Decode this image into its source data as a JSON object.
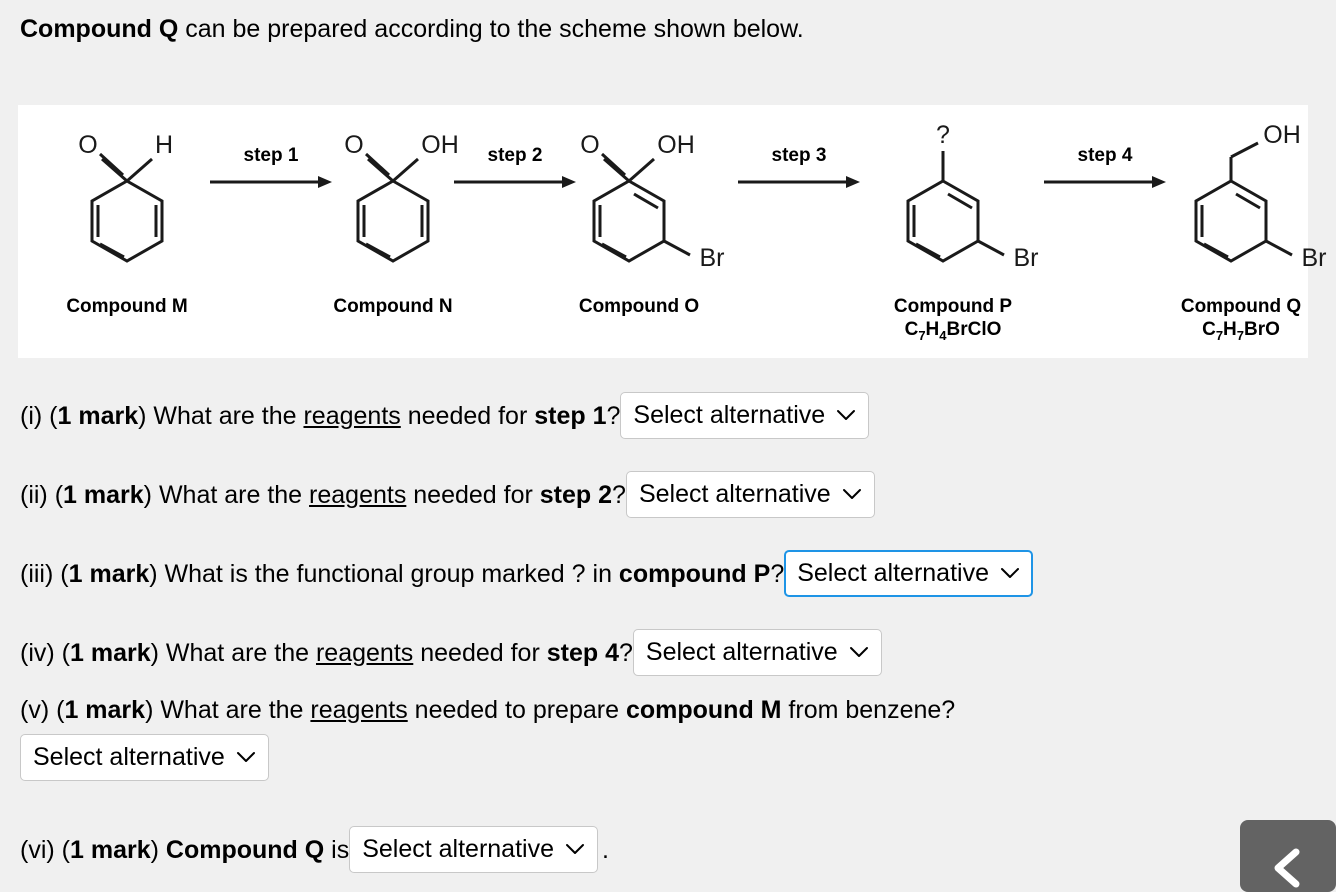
{
  "prompt": {
    "bold_lead": "Compound Q",
    "rest": " can be prepared according to the scheme shown below."
  },
  "scheme": {
    "compounds": [
      {
        "id": "M",
        "label": "Compound M",
        "formula": "",
        "structure": "benzaldehyde",
        "substituent_top": "CHO",
        "substituent_meta": ""
      },
      {
        "id": "N",
        "label": "Compound N",
        "formula": "",
        "structure": "benzoic-acid",
        "substituent_top": "COOH",
        "substituent_meta": ""
      },
      {
        "id": "O",
        "label": "Compound O",
        "formula": "",
        "structure": "3-bromobenzoic-acid",
        "substituent_top": "COOH",
        "substituent_meta": "Br"
      },
      {
        "id": "P",
        "label": "Compound P",
        "formula": "C7H4BrClO",
        "formula_parts": [
          "C",
          "7",
          "H",
          "4",
          "BrClO"
        ],
        "structure": "unknown-marked",
        "substituent_top": "?",
        "substituent_meta": "Br"
      },
      {
        "id": "Q",
        "label": "Compound Q",
        "formula": "C7H7BrO",
        "formula_parts": [
          "C",
          "7",
          "H",
          "7",
          "BrO"
        ],
        "structure": "3-bromobenzyl-alcohol",
        "substituent_top": "CH2OH",
        "substituent_meta": "Br"
      }
    ],
    "atom_labels": {
      "oxygen": "O",
      "hydrogen": "H",
      "hydroxyl": "OH",
      "bromine": "Br",
      "question": "?"
    },
    "steps": [
      {
        "label": "step 1"
      },
      {
        "label": "step 2"
      },
      {
        "label": "step 3"
      },
      {
        "label": "step 4"
      }
    ]
  },
  "questions": [
    {
      "number": "(i)",
      "marks": "1 mark",
      "text_before": " What are the ",
      "underlined": "reagents",
      "text_mid": " needed for ",
      "bold_ref": "step 1",
      "text_after": "? ",
      "select": "Select alternative",
      "focused": false,
      "trailing": ""
    },
    {
      "number": "(ii)",
      "marks": "1 mark",
      "text_before": " What are the ",
      "underlined": "reagents",
      "text_mid": " needed for ",
      "bold_ref": "step 2",
      "text_after": "? ",
      "select": "Select alternative",
      "focused": false,
      "trailing": ""
    },
    {
      "number": "(iii)",
      "marks": "1 mark",
      "text_before": " What is the functional group marked ? in ",
      "underlined": "",
      "text_mid": "",
      "bold_ref": "compound P",
      "text_after": "? ",
      "select": "Select alternative",
      "focused": true,
      "trailing": ""
    },
    {
      "number": "(iv)",
      "marks": "1 mark",
      "text_before": " What are the ",
      "underlined": "reagents",
      "text_mid": " needed for ",
      "bold_ref": "step 4",
      "text_after": "? ",
      "select": "Select alternative",
      "focused": false,
      "trailing": ""
    },
    {
      "number": "(v)",
      "marks": "1 mark",
      "text_before": " What are the ",
      "underlined": "reagents",
      "text_mid": " needed to prepare ",
      "bold_ref": "compound M",
      "text_after": " from benzene?",
      "select": "Select alternative",
      "focused": false,
      "trailing": ""
    },
    {
      "number": "(vi)",
      "marks": "1 mark",
      "text_before": " ",
      "underlined": "",
      "text_mid": "",
      "bold_ref": "Compound Q",
      "text_after": " is ",
      "select": "Select alternative",
      "focused": false,
      "trailing": "."
    }
  ],
  "nav": {
    "back_icon": "chevron-left-icon"
  },
  "colors": {
    "page_background": "#f0f0f0",
    "panel_background": "#ffffff",
    "focus_border": "#1e94e6",
    "select_border": "#c8c8c8",
    "nav_background": "#636363",
    "text": "#000000"
  }
}
